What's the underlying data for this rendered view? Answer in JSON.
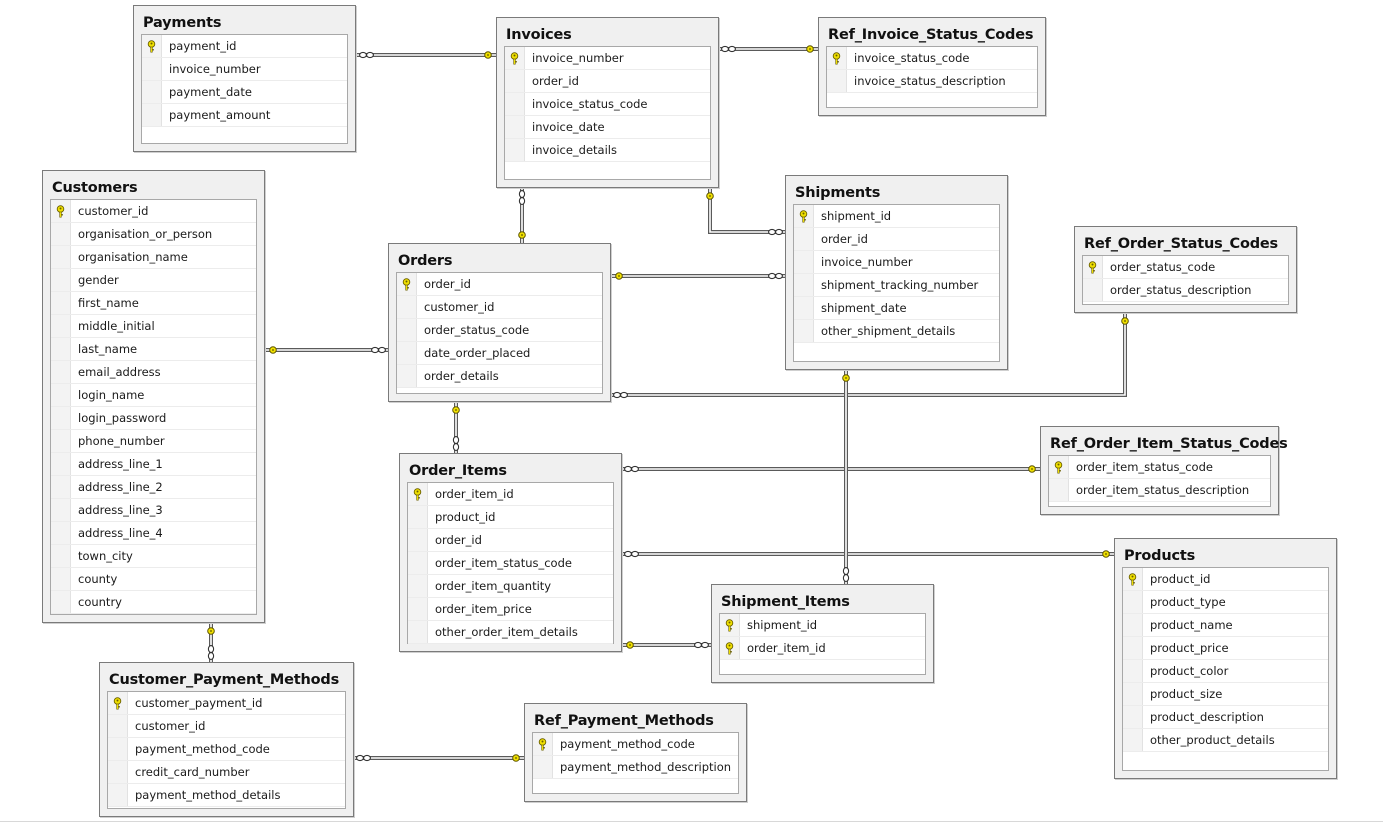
{
  "colors": {
    "key": "#f0e000",
    "line": "#5a5a5a",
    "table_bg": "#f0f0f0"
  },
  "tables": [
    {
      "id": "payments",
      "name": "Payments",
      "columns": [
        {
          "name": "payment_id",
          "pk": true
        },
        {
          "name": "invoice_number",
          "pk": false
        },
        {
          "name": "payment_date",
          "pk": false
        },
        {
          "name": "payment_amount",
          "pk": false
        }
      ]
    },
    {
      "id": "invoices",
      "name": "Invoices",
      "columns": [
        {
          "name": "invoice_number",
          "pk": true
        },
        {
          "name": "order_id",
          "pk": false
        },
        {
          "name": "invoice_status_code",
          "pk": false
        },
        {
          "name": "invoice_date",
          "pk": false
        },
        {
          "name": "invoice_details",
          "pk": false
        }
      ]
    },
    {
      "id": "ref_invoice_status_codes",
      "name": "Ref_Invoice_Status_Codes",
      "columns": [
        {
          "name": "invoice_status_code",
          "pk": true
        },
        {
          "name": "invoice_status_description",
          "pk": false
        }
      ]
    },
    {
      "id": "customers",
      "name": "Customers",
      "columns": [
        {
          "name": "customer_id",
          "pk": true
        },
        {
          "name": "organisation_or_person",
          "pk": false
        },
        {
          "name": "organisation_name",
          "pk": false
        },
        {
          "name": "gender",
          "pk": false
        },
        {
          "name": "first_name",
          "pk": false
        },
        {
          "name": "middle_initial",
          "pk": false
        },
        {
          "name": "last_name",
          "pk": false
        },
        {
          "name": "email_address",
          "pk": false
        },
        {
          "name": "login_name",
          "pk": false
        },
        {
          "name": "login_password",
          "pk": false
        },
        {
          "name": "phone_number",
          "pk": false
        },
        {
          "name": "address_line_1",
          "pk": false
        },
        {
          "name": "address_line_2",
          "pk": false
        },
        {
          "name": "address_line_3",
          "pk": false
        },
        {
          "name": "address_line_4",
          "pk": false
        },
        {
          "name": "town_city",
          "pk": false
        },
        {
          "name": "county",
          "pk": false
        },
        {
          "name": "country",
          "pk": false
        }
      ]
    },
    {
      "id": "orders",
      "name": "Orders",
      "columns": [
        {
          "name": "order_id",
          "pk": true
        },
        {
          "name": "customer_id",
          "pk": false
        },
        {
          "name": "order_status_code",
          "pk": false
        },
        {
          "name": "date_order_placed",
          "pk": false
        },
        {
          "name": "order_details",
          "pk": false
        }
      ]
    },
    {
      "id": "shipments",
      "name": "Shipments",
      "columns": [
        {
          "name": "shipment_id",
          "pk": true
        },
        {
          "name": "order_id",
          "pk": false
        },
        {
          "name": "invoice_number",
          "pk": false
        },
        {
          "name": "shipment_tracking_number",
          "pk": false
        },
        {
          "name": "shipment_date",
          "pk": false
        },
        {
          "name": "other_shipment_details",
          "pk": false
        }
      ]
    },
    {
      "id": "ref_order_status_codes",
      "name": "Ref_Order_Status_Codes",
      "columns": [
        {
          "name": "order_status_code",
          "pk": true
        },
        {
          "name": "order_status_description",
          "pk": false
        }
      ]
    },
    {
      "id": "order_items",
      "name": "Order_Items",
      "columns": [
        {
          "name": "order_item_id",
          "pk": true
        },
        {
          "name": "product_id",
          "pk": false
        },
        {
          "name": "order_id",
          "pk": false
        },
        {
          "name": "order_item_status_code",
          "pk": false
        },
        {
          "name": "order_item_quantity",
          "pk": false
        },
        {
          "name": "order_item_price",
          "pk": false
        },
        {
          "name": "other_order_item_details",
          "pk": false
        }
      ]
    },
    {
      "id": "ref_order_item_status_codes",
      "name": "Ref_Order_Item_Status_Codes",
      "columns": [
        {
          "name": "order_item_status_code",
          "pk": true
        },
        {
          "name": "order_item_status_description",
          "pk": false
        }
      ]
    },
    {
      "id": "products",
      "name": "Products",
      "columns": [
        {
          "name": "product_id",
          "pk": true
        },
        {
          "name": "product_type",
          "pk": false
        },
        {
          "name": "product_name",
          "pk": false
        },
        {
          "name": "product_price",
          "pk": false
        },
        {
          "name": "product_color",
          "pk": false
        },
        {
          "name": "product_size",
          "pk": false
        },
        {
          "name": "product_description",
          "pk": false
        },
        {
          "name": "other_product_details",
          "pk": false
        }
      ]
    },
    {
      "id": "shipment_items",
      "name": "Shipment_Items",
      "columns": [
        {
          "name": "shipment_id",
          "pk": true
        },
        {
          "name": "order_item_id",
          "pk": true
        }
      ]
    },
    {
      "id": "customer_payment_methods",
      "name": "Customer_Payment_Methods",
      "columns": [
        {
          "name": "customer_payment_id",
          "pk": true
        },
        {
          "name": "customer_id",
          "pk": false
        },
        {
          "name": "payment_method_code",
          "pk": false
        },
        {
          "name": "credit_card_number",
          "pk": false
        },
        {
          "name": "payment_method_details",
          "pk": false
        }
      ]
    },
    {
      "id": "ref_payment_methods",
      "name": "Ref_Payment_Methods",
      "columns": [
        {
          "name": "payment_method_code",
          "pk": true
        },
        {
          "name": "payment_method_description",
          "pk": false
        }
      ]
    }
  ],
  "relationships": [
    {
      "from": "payments",
      "to": "invoices"
    },
    {
      "from": "invoices",
      "to": "ref_invoice_status_codes"
    },
    {
      "from": "invoices",
      "to": "orders"
    },
    {
      "from": "shipments",
      "to": "invoices"
    },
    {
      "from": "shipments",
      "to": "orders"
    },
    {
      "from": "orders",
      "to": "customers"
    },
    {
      "from": "orders",
      "to": "ref_order_status_codes"
    },
    {
      "from": "order_items",
      "to": "orders"
    },
    {
      "from": "order_items",
      "to": "ref_order_item_status_codes"
    },
    {
      "from": "order_items",
      "to": "products"
    },
    {
      "from": "shipment_items",
      "to": "order_items"
    },
    {
      "from": "shipment_items",
      "to": "shipments"
    },
    {
      "from": "customer_payment_methods",
      "to": "customers"
    },
    {
      "from": "customer_payment_methods",
      "to": "ref_payment_methods"
    }
  ]
}
